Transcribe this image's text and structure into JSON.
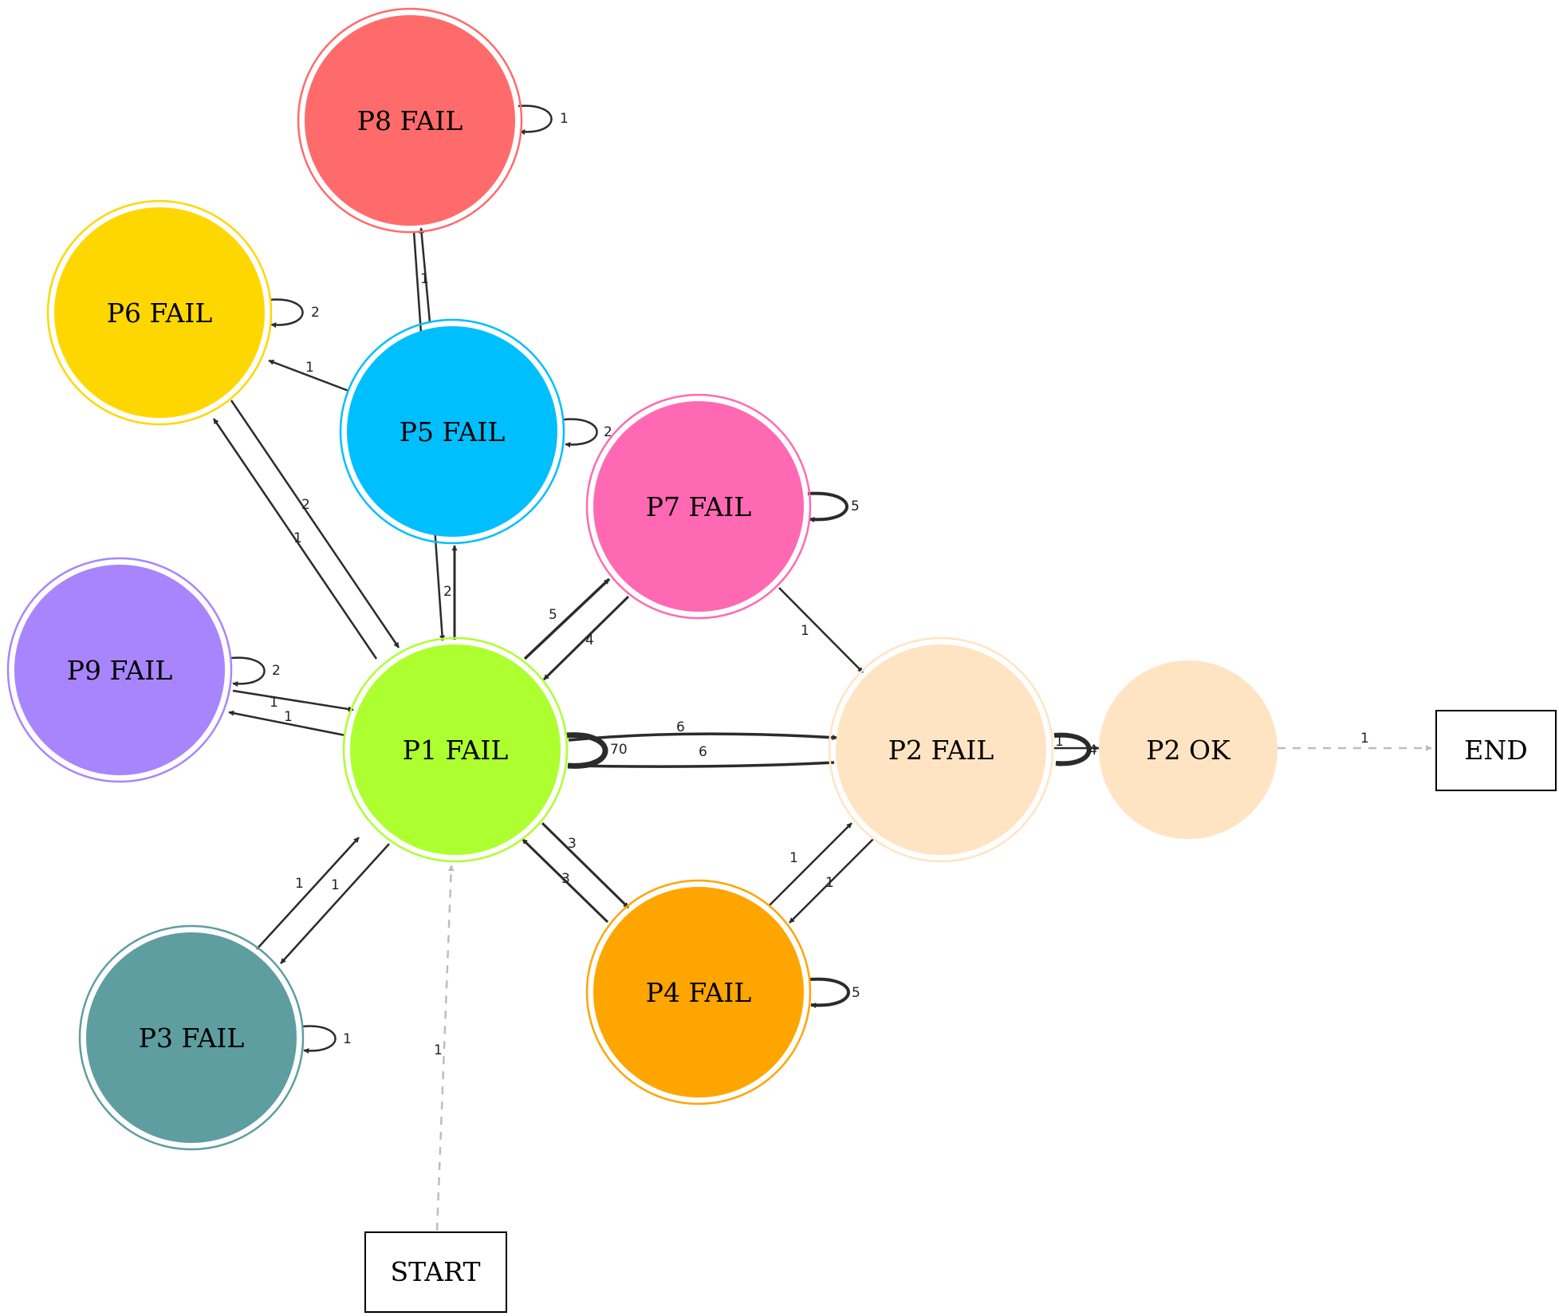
{
  "nodes": [
    {
      "id": "p8",
      "label": "P8 FAIL",
      "fill": "#ff6b6b",
      "ring": "#ff6b6b"
    },
    {
      "id": "p6",
      "label": "P6 FAIL",
      "fill": "#ffd700",
      "ring": "#ffd700"
    },
    {
      "id": "p5",
      "label": "P5 FAIL",
      "fill": "#00bfff",
      "ring": "#00bfff"
    },
    {
      "id": "p7",
      "label": "P7 FAIL",
      "fill": "#ff69b4",
      "ring": "#ff69b4"
    },
    {
      "id": "p9",
      "label": "P9 FAIL",
      "fill": "#a885fc",
      "ring": "#a885fc"
    },
    {
      "id": "p1",
      "label": "P1 FAIL",
      "fill": "#adff2f",
      "ring": "#adff2f"
    },
    {
      "id": "p2",
      "label": "P2 FAIL",
      "fill": "#ffe4c4",
      "ring": "#ffe4c4"
    },
    {
      "id": "p2ok",
      "label": "P2 OK",
      "fill": "#ffe4c4",
      "ring": null
    },
    {
      "id": "p4",
      "label": "P4 FAIL",
      "fill": "#ffa500",
      "ring": "#ffa500"
    },
    {
      "id": "p3",
      "label": "P3 FAIL",
      "fill": "#5f9ea0",
      "ring": "#5f9ea0"
    },
    {
      "id": "end",
      "label": "END",
      "shape": "box"
    },
    {
      "id": "start",
      "label": "START",
      "shape": "box"
    }
  ],
  "edges": [
    {
      "from": "p8",
      "to": "p8",
      "label": "1"
    },
    {
      "from": "p6",
      "to": "p6",
      "label": "2"
    },
    {
      "from": "p5",
      "to": "p5",
      "label": "2"
    },
    {
      "from": "p7",
      "to": "p7",
      "label": "5"
    },
    {
      "from": "p9",
      "to": "p9",
      "label": "2"
    },
    {
      "from": "p1",
      "to": "p1",
      "label": "70"
    },
    {
      "from": "p2",
      "to": "p2",
      "label": "1"
    },
    {
      "from": "p4",
      "to": "p4",
      "label": "5"
    },
    {
      "from": "p3",
      "to": "p3",
      "label": "1"
    },
    {
      "from": "p5",
      "to": "p8",
      "label": "1"
    },
    {
      "from": "p8",
      "to": "p1",
      "label": "1"
    },
    {
      "from": "p5",
      "to": "p6",
      "label": "1"
    },
    {
      "from": "p6",
      "to": "p1",
      "label": "2"
    },
    {
      "from": "p1",
      "to": "p6",
      "label": "1"
    },
    {
      "from": "p1",
      "to": "p5",
      "label": "2"
    },
    {
      "from": "p1",
      "to": "p7",
      "label": "5"
    },
    {
      "from": "p7",
      "to": "p1",
      "label": "4"
    },
    {
      "from": "p7",
      "to": "p2",
      "label": "1"
    },
    {
      "from": "p9",
      "to": "p1",
      "label": "1"
    },
    {
      "from": "p1",
      "to": "p9",
      "label": "1"
    },
    {
      "from": "p1",
      "to": "p2",
      "label": "6"
    },
    {
      "from": "p2",
      "to": "p1",
      "label": "6"
    },
    {
      "from": "p2",
      "to": "p2ok",
      "label": "4"
    },
    {
      "from": "p2ok",
      "to": "end",
      "label": "1"
    },
    {
      "from": "p1",
      "to": "p4",
      "label": "3"
    },
    {
      "from": "p4",
      "to": "p1",
      "label": "3"
    },
    {
      "from": "p4",
      "to": "p2",
      "label": "1"
    },
    {
      "from": "p2",
      "to": "p4",
      "label": "1"
    },
    {
      "from": "p3",
      "to": "p1",
      "label": "1"
    },
    {
      "from": "p1",
      "to": "p3",
      "label": "1"
    },
    {
      "from": "start",
      "to": "p1",
      "label": "1"
    }
  ]
}
